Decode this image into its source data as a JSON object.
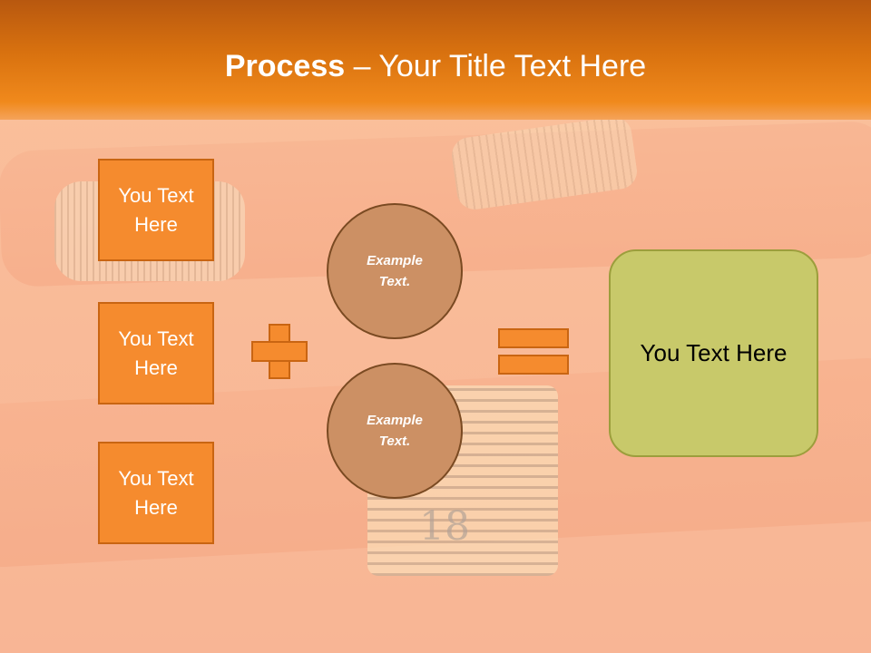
{
  "header": {
    "title_bold": "Process",
    "title_rest": " – Your Title Text Here"
  },
  "left_boxes": [
    {
      "label": "You Text Here"
    },
    {
      "label": "You Text Here"
    },
    {
      "label": "You Text Here"
    }
  ],
  "circles": [
    {
      "label": "Example Text."
    },
    {
      "label": "Example Text."
    }
  ],
  "result": {
    "label": "You Text Here"
  },
  "background": {
    "tape_number": "18"
  },
  "colors": {
    "header": "#e07a12",
    "box_fill": "#f58b2e",
    "circle_fill": "#cc9064",
    "result_fill": "#c8c96a"
  },
  "icons": {
    "operator_1": "plus-icon",
    "operator_2": "equals-icon"
  }
}
